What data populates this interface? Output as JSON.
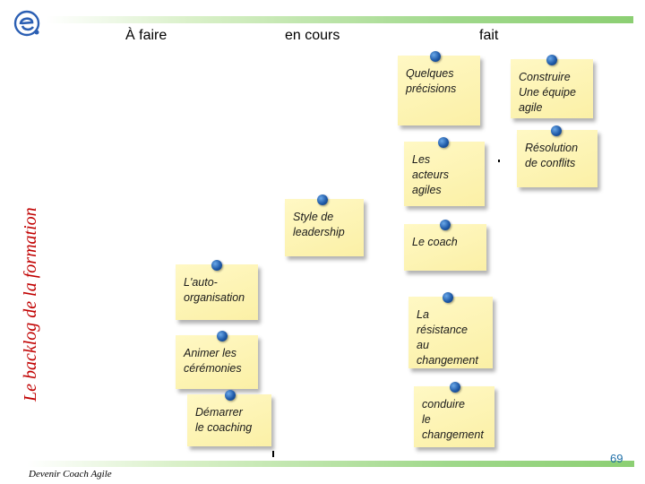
{
  "columns": {
    "todo": "À faire",
    "doing": "en cours",
    "done": "fait"
  },
  "sidebar_title": "Le backlog de la formation",
  "footer_text": "Devenir Coach Agile",
  "page_number": "69",
  "colors": {
    "title": "#c00000",
    "note": "#fbf0a6",
    "pin": "#1f5aa8",
    "bar": "#8ccf73",
    "page_number": "#1f6fa8"
  },
  "notes": {
    "quelques": "Quelques\nprécisions",
    "construire": "Construire\nUne équipe\nagile",
    "resolution": "Résolution\nde conflits",
    "acteurs": "Les\nacteurs\nagiles",
    "style": "Style de\nleadership",
    "coach": "Le coach",
    "autoorg": "L'auto-\norganisation",
    "resistance": "La\nrésistance\nau\nchangement",
    "animer": "Animer les\ncérémonies",
    "demarrer": "Démarrer\nle coaching",
    "conduire": "conduire\nle\nchangement"
  }
}
